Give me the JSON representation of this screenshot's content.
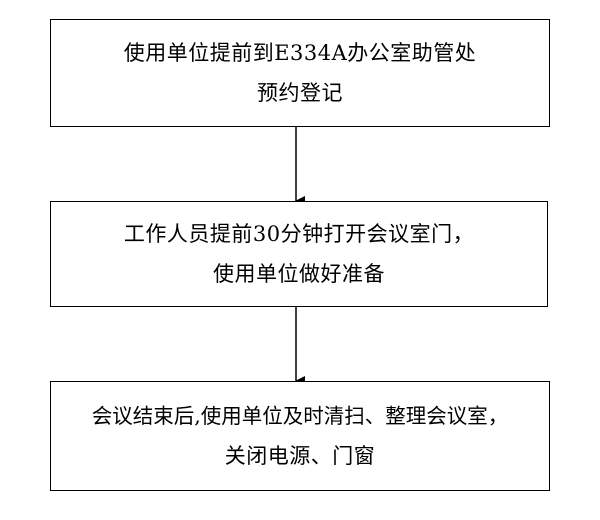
{
  "steps": [
    {
      "lines": [
        "使用单位提前到E334A办公室助管处",
        "预约登记"
      ]
    },
    {
      "lines": [
        "工作人员提前30分钟打开会议室门，",
        "使用单位做好准备"
      ]
    },
    {
      "lines": [
        "会议结束后,使用单位及时清扫、整理会议室，",
        "关闭电源、门窗"
      ]
    }
  ],
  "colors": {
    "stroke": "#000000",
    "background": "#ffffff",
    "text": "#000000"
  }
}
